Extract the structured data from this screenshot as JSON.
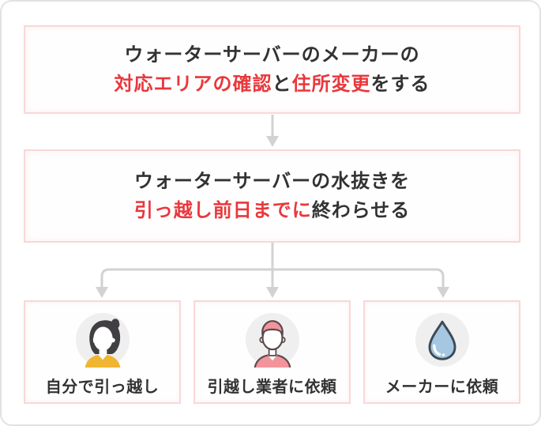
{
  "colors": {
    "accent_red": "#e8383d",
    "text_black": "#323232",
    "box_border_pink": "#f8d8d7",
    "arrow_gray": "#d2d2d2",
    "outer_border_gray": "#e2e2e2",
    "icon_circle_gray": "#efeff0",
    "woman_hair": "#413f42",
    "woman_shirt_yellow": "#f0b633",
    "man_pink": "#f2949c",
    "icon_outline": "#5b4a4a",
    "drop_blue": "#a5c7e1",
    "drop_outline": "#3d4a55"
  },
  "step1": {
    "line1": "ウォーターサーバーのメーカーの",
    "line2": [
      {
        "text": "対応エリアの確認",
        "emphasis": true
      },
      {
        "text": "と",
        "emphasis": false
      },
      {
        "text": "住所変更",
        "emphasis": true
      },
      {
        "text": "をする",
        "emphasis": false
      }
    ]
  },
  "step2": {
    "line1": "ウォーターサーバーの水抜きを",
    "line2": [
      {
        "text": "引っ越し前日までに",
        "emphasis": true
      },
      {
        "text": "終わらせる",
        "emphasis": false
      }
    ]
  },
  "options": [
    {
      "label": "自分で引っ越し",
      "icon": "woman-icon"
    },
    {
      "label": "引越し業者に依頼",
      "icon": "mover-man-icon"
    },
    {
      "label": "メーカーに依頼",
      "icon": "water-drop-icon"
    }
  ]
}
